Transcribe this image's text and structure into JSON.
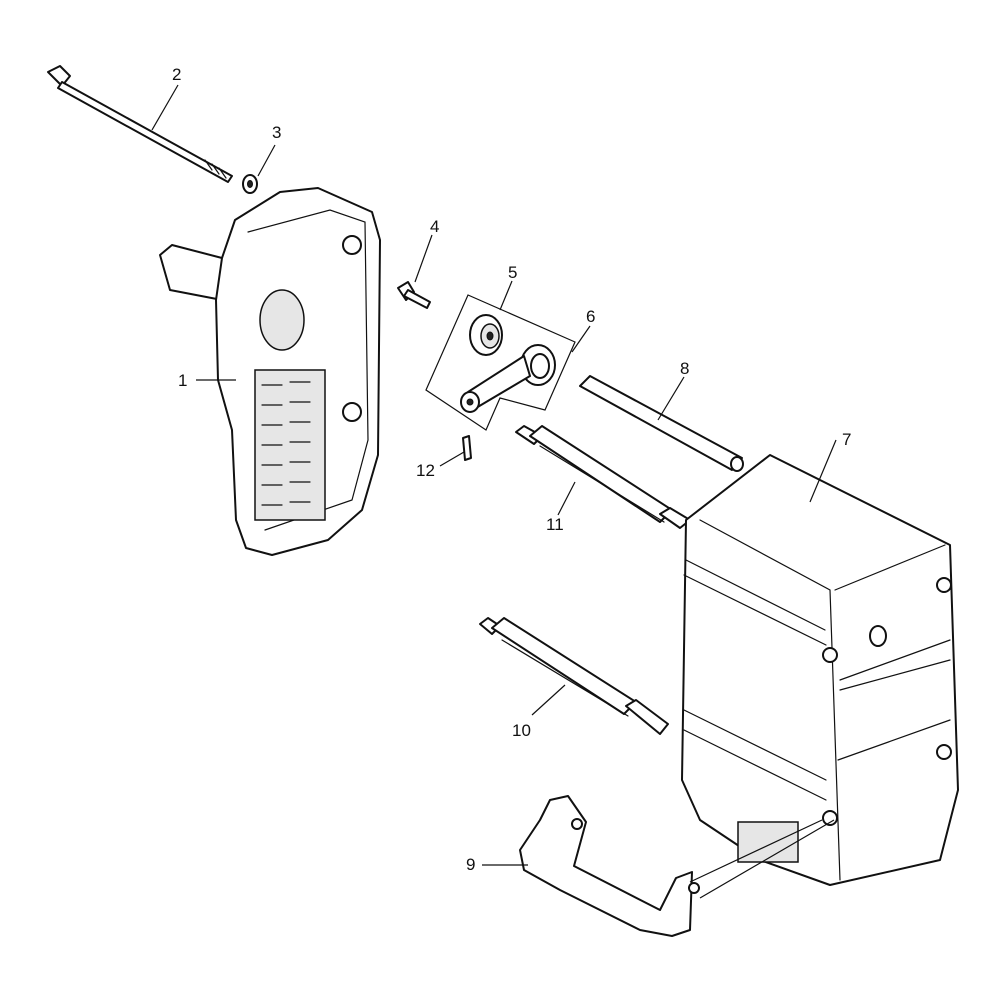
{
  "diagram": {
    "callouts": [
      {
        "id": "c1",
        "number": "1"
      },
      {
        "id": "c2",
        "number": "2"
      },
      {
        "id": "c3",
        "number": "3"
      },
      {
        "id": "c4",
        "number": "4"
      },
      {
        "id": "c5",
        "number": "5"
      },
      {
        "id": "c6",
        "number": "6"
      },
      {
        "id": "c7",
        "number": "7"
      },
      {
        "id": "c8",
        "number": "8"
      },
      {
        "id": "c9",
        "number": "9"
      },
      {
        "id": "c10",
        "number": "10"
      },
      {
        "id": "c11",
        "number": "11"
      },
      {
        "id": "c12",
        "number": "12"
      }
    ]
  }
}
